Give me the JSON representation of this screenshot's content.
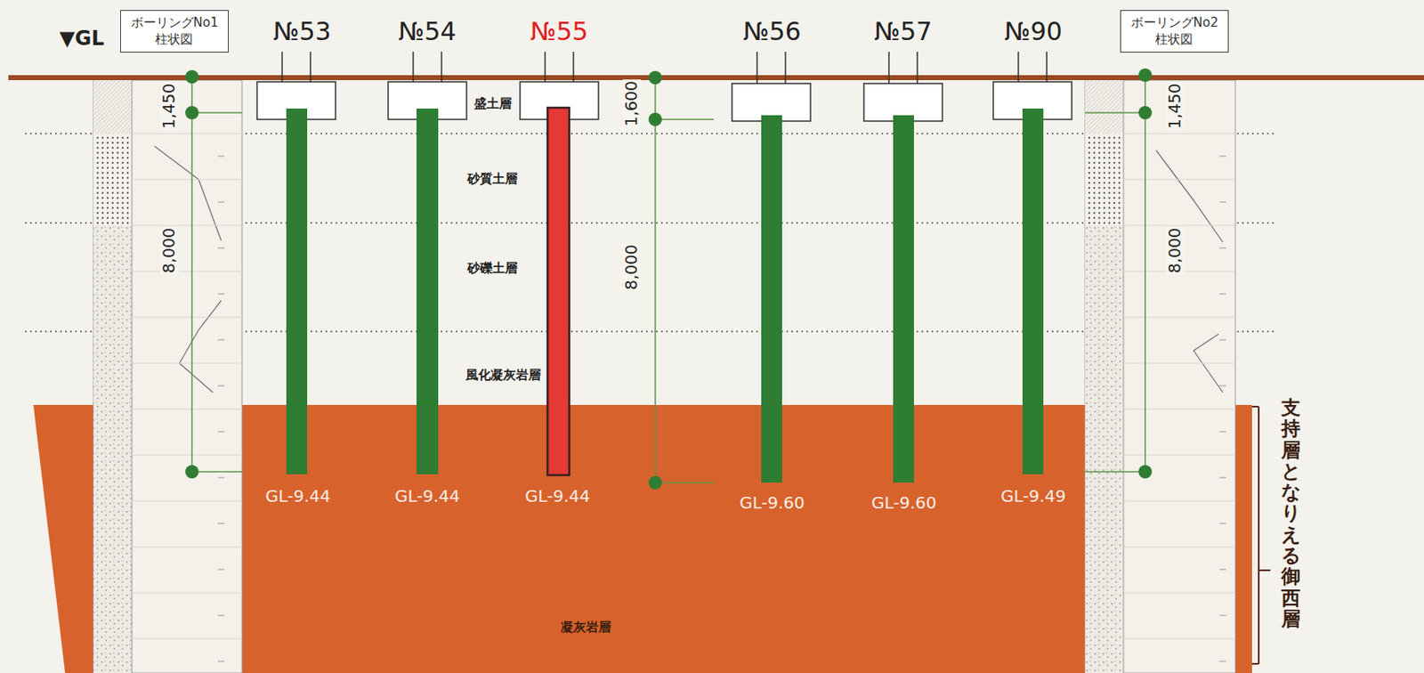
{
  "diagram": {
    "nodes": [
      {
        "text": [
          "ボーリングNo1 柱状図"
        ]
      },
      {
        "text": [
          "ボーリングNo2 柱状図"
        ]
      }
    ],
    "labels": [
      "▼GL",
      "№53",
      "№54",
      "№55",
      "№56",
      "№57",
      "№90",
      "盛土層",
      "砂質土層",
      "砂礫土層",
      "風化凝灰岩層",
      "1,450",
      "8,000",
      "1,600",
      "8,000",
      "1,450",
      "8,000",
      "GL-9.44",
      "GL-9.44",
      "GL-9.44",
      "GL-9.60",
      "GL-9.60",
      "GL-9.49",
      "凝灰岩層",
      "支持層となりえる御西層"
    ]
  }
}
